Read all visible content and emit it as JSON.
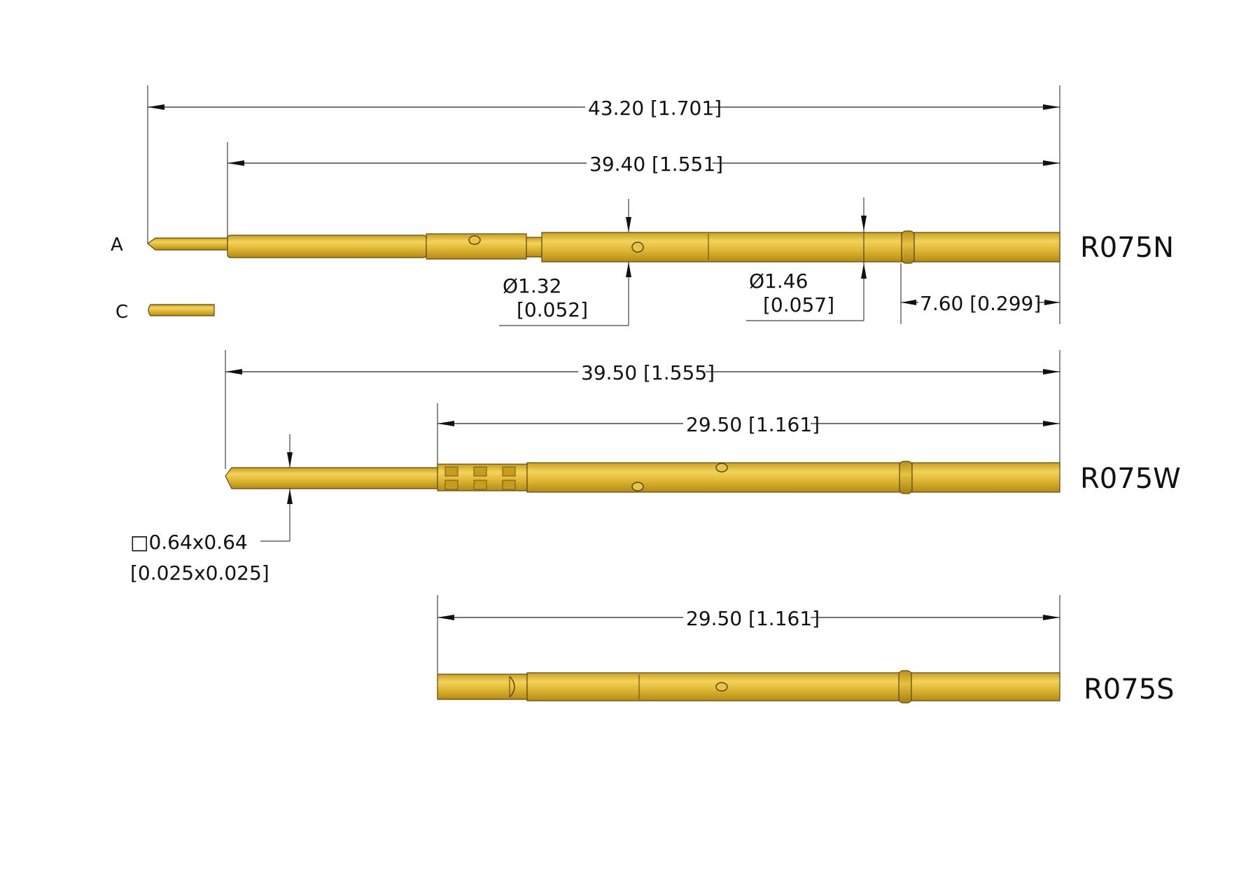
{
  "views": {
    "a_label": "A",
    "c_label": "C"
  },
  "parts": {
    "n": {
      "label": "R075N"
    },
    "w": {
      "label": "R075W"
    },
    "s": {
      "label": "R075S"
    }
  },
  "dimensions": {
    "overall_n": "43.20 [1.701]",
    "barrel_n": "39.40 [1.551]",
    "dia1_mm": "Ø1.32",
    "dia1_in": "[0.052]",
    "dia2_mm": "Ø1.46",
    "dia2_in": "[0.057]",
    "crimp_len": "7.60 [0.299]",
    "overall_w": "39.50 [1.555]",
    "body_w": "29.50 [1.161]",
    "square_mm": "□0.64x0.64",
    "square_in": "[0.025x0.025]",
    "body_s": "29.50 [1.161]"
  },
  "colors": {
    "gold_light": "#f0cf52",
    "gold_mid": "#d9b02a",
    "gold_dark": "#b8901a",
    "outline": "#5a4a10"
  }
}
